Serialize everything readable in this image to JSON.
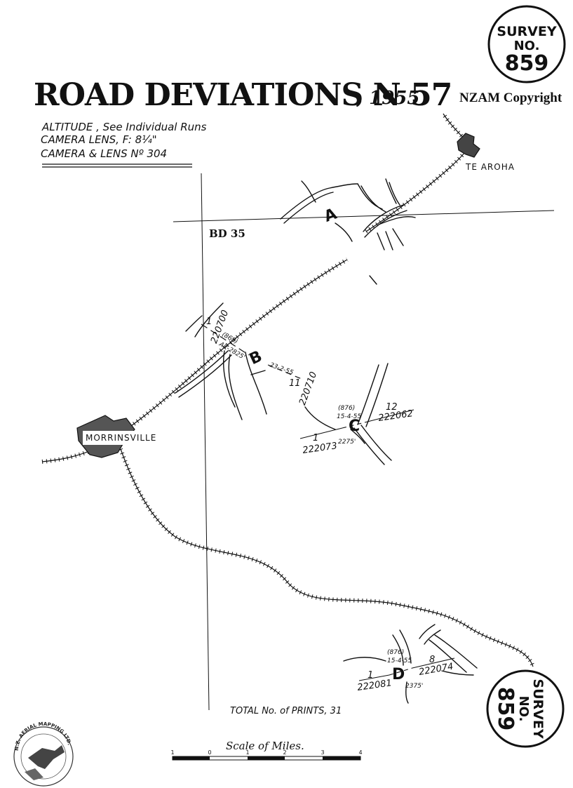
{
  "header": {
    "title": "ROAD DEVIATIONS N 57",
    "year": ", 1955",
    "copyright": "NZAM Copyright"
  },
  "notes": {
    "altitude": "ALTITUDE , See Individual Runs",
    "camera_lens": "CAMERA LENS, F: 8¼\"",
    "camera_number": "CAMERA & LENS Nº 304"
  },
  "survey_stamp_top": {
    "line1": "SURVEY",
    "line2": "NO.",
    "number": "859"
  },
  "survey_stamp_bottom": {
    "line1": "SURVEY",
    "line2": "NO.",
    "number": "859"
  },
  "places": {
    "te_aroha": "TE AROHA",
    "morrinsville": "MORRINSVILLE",
    "sheet": "BD 35"
  },
  "runs": {
    "A": {
      "letter": "A"
    },
    "B": {
      "letter": "B",
      "run_number": "(868)",
      "altitude": "Alt-2825'",
      "date": "23-2-55",
      "first_print": "1",
      "first_photo": "220700",
      "last_print": "11",
      "last_photo": "220710"
    },
    "C": {
      "letter": "C",
      "run_number": "(876)",
      "date": "15-4-55",
      "altitude": "2275'",
      "first_print": "1",
      "first_photo": "222073",
      "last_print": "12",
      "last_photo": "222062"
    },
    "D": {
      "letter": "D",
      "run_number": "(876)",
      "date": "15-4-55",
      "altitude": "2375'",
      "first_print": "1",
      "first_photo": "222081",
      "last_print": "8",
      "last_photo": "222074"
    }
  },
  "prints_total": "TOTAL  No. of PRINTS, 31",
  "scale": {
    "label": "Scale of Miles.",
    "ticks": [
      "1",
      "0",
      "1",
      "2",
      "3",
      "4"
    ]
  },
  "logo": {
    "text": "N.Z. AERIAL MAPPING LTD."
  },
  "colors": {
    "ink": "#111111",
    "paper": "#ffffff"
  }
}
